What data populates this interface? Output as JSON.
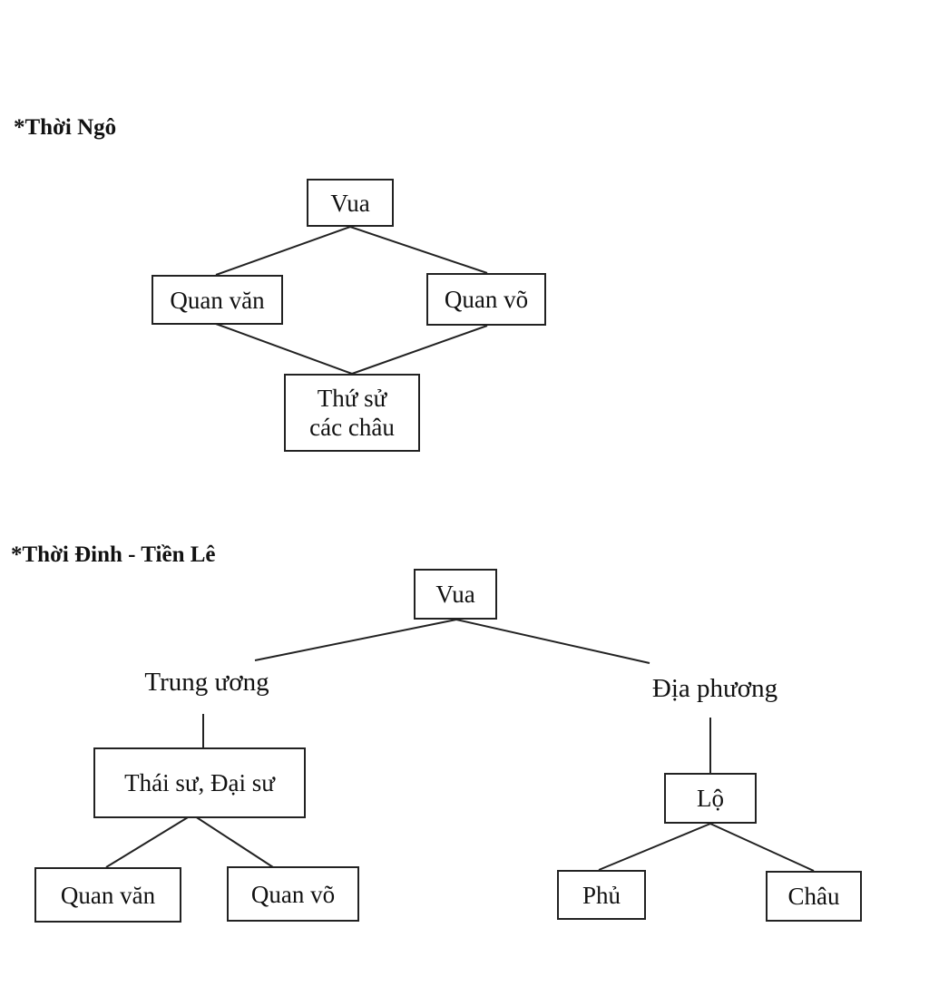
{
  "section_ngo": {
    "heading": "*Thời Ngô",
    "king": "Vua",
    "civil_officials": "Quan văn",
    "military_officials": "Quan võ",
    "provincial_envoys_line1": "Thứ sử",
    "provincial_envoys_line2": "các châu"
  },
  "section_dinh_tienle": {
    "heading": "*Thời Đinh - Tiền Lê",
    "king": "Vua",
    "central": "Trung ương",
    "local": "Địa phương",
    "grand_preceptors": "Thái sư, Đại sư",
    "civil_officials": "Quan văn",
    "military_officials": "Quan võ",
    "lo": "Lộ",
    "phu": "Phủ",
    "chau": "Châu"
  }
}
